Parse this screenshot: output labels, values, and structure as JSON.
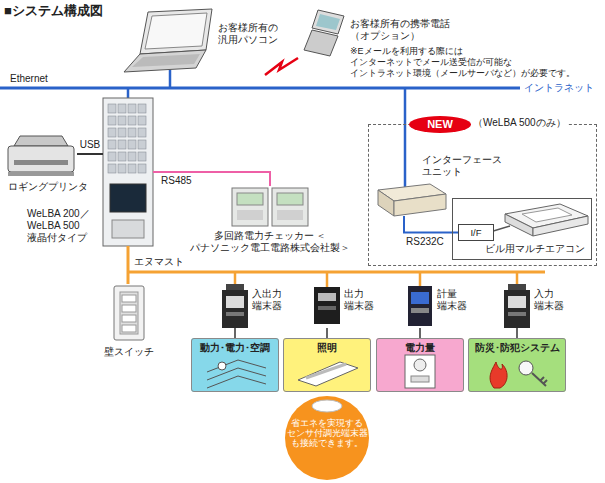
{
  "diagram": {
    "title": "■システム構成図",
    "nodes": [
      {
        "text": [
          "お客様所有の 汎用パソコン"
        ]
      },
      {
        "text": [
          "お客様所有の携帯電話 （オプション）"
        ]
      },
      {
        "text": [
          "ロギングプリンタ"
        ]
      },
      {
        "text": [
          "WeLBA 200／ WeLBA 500 液晶付タイプ"
        ]
      },
      {
        "text": [
          "多回路電力チェッカー ＜パナソニック電工電路株式会社製＞"
        ]
      },
      {
        "text": [
          "（WeLBA 500のみ）"
        ]
      },
      {
        "text": [
          "NEW"
        ],
        "in": 5
      },
      {
        "text": [
          "インターフェース ユニット"
        ],
        "in": 5
      },
      {
        "text": [
          "ビル用マルチエアコン"
        ],
        "in": 5
      },
      {
        "text": [
          "I/F"
        ],
        "in": 8
      },
      {
        "text": [
          "壁スイッチ"
        ]
      },
      {
        "text": [
          "入出力 端末器"
        ]
      },
      {
        "text": [
          "出力 端末器"
        ]
      },
      {
        "text": [
          "計量 端末器"
        ]
      },
      {
        "text": [
          "入力 端末器"
        ]
      },
      {
        "text": [
          "動力･電力･空調"
        ]
      },
      {
        "text": [
          "照明"
        ]
      },
      {
        "text": [
          "電力量"
        ]
      },
      {
        "text": [
          "防災･防犯システム"
        ]
      },
      {
        "text": [
          "省エネを実現する センサ付調光端末器 も接続できます。"
        ]
      }
    ],
    "edges": [
      {
        "from": 3,
        "to": 2,
        "label": "USB",
        "arrow": "none"
      },
      {
        "from": 3,
        "to": 4,
        "label": "RS485",
        "arrow": "none"
      },
      {
        "from": 7,
        "to": 9,
        "label": "RS232C",
        "arrow": "none"
      },
      {
        "from": 11,
        "to": 15,
        "arrow": "none"
      },
      {
        "from": 12,
        "to": 16,
        "arrow": "none"
      },
      {
        "from": 13,
        "to": 17,
        "arrow": "none"
      },
      {
        "from": 14,
        "to": 18,
        "arrow": "none"
      }
    ],
    "labels": [
      "Ethernet",
      "イントラネット",
      "エヌマスト",
      "※Eメールを利用する際には インターネットでメール送受信が可能な イントラネット環境（メールサーバなど）が必要です。"
    ]
  }
}
